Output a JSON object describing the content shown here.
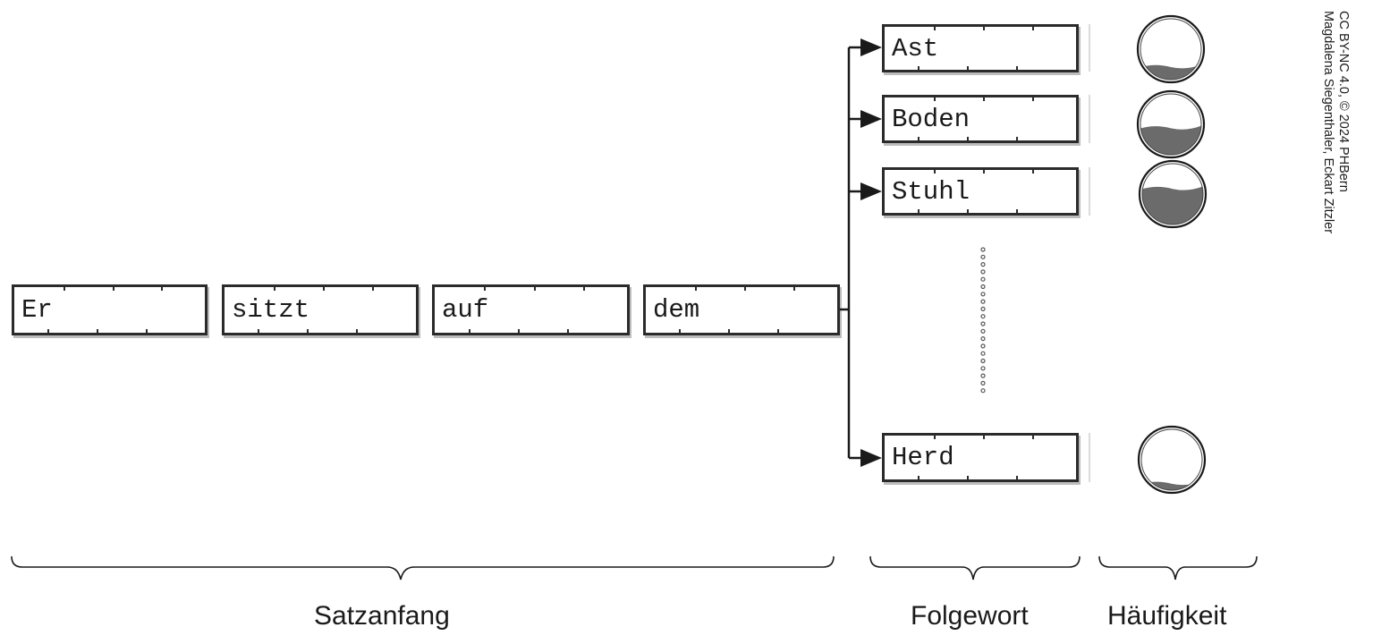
{
  "sentence_start": {
    "words": [
      "Er",
      "sitzt",
      "auf",
      "dem"
    ],
    "label": "Satzanfang"
  },
  "next_words": {
    "items": [
      {
        "word": "Ast",
        "frequency": 0.22
      },
      {
        "word": "Boden",
        "frequency": 0.45
      },
      {
        "word": "Stuhl",
        "frequency": 0.6
      },
      {
        "word": "Herd",
        "frequency": 0.12
      }
    ],
    "label": "Folgewort"
  },
  "frequency": {
    "label": "Häufigkeit",
    "fill_color": "#6b6b6b"
  },
  "credit": {
    "line1": "CC BY-NC 4.0, © 2024 PHBern",
    "line2": "Magdalena Siegenthaler, Eckart Zitzler"
  }
}
